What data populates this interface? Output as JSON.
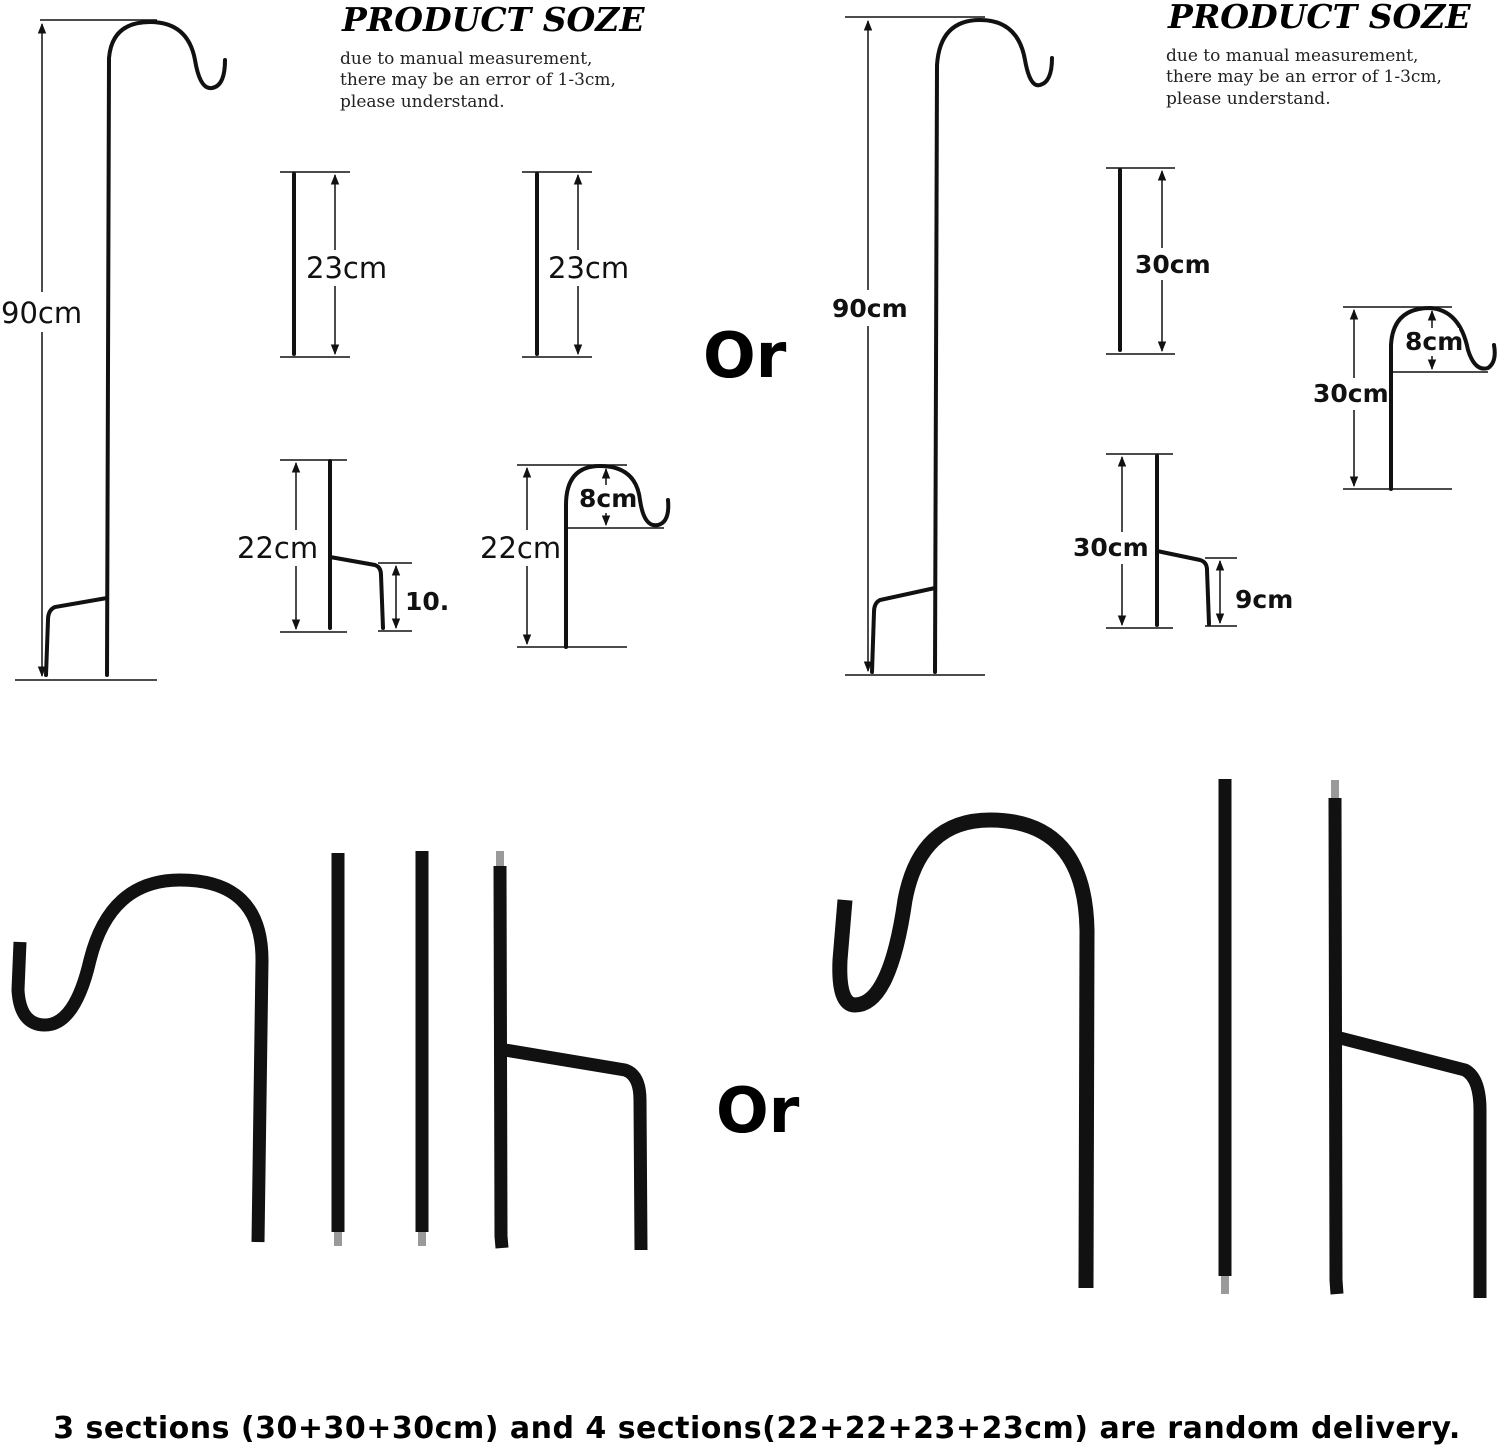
{
  "left_panel": {
    "title": "PRODUCT SOZE",
    "note": [
      "due to manual measurement,",
      "there may be an error of 1-3cm,",
      "please understand."
    ],
    "labels": {
      "total": "90cm",
      "rod1": "23cm",
      "rod2": "23cm",
      "leg_piece": "22cm",
      "leg_foot": "10.",
      "hook_piece": "22cm",
      "hook_depth": "8cm"
    }
  },
  "separator_top": "Or",
  "right_panel": {
    "title": "PRODUCT SOZE",
    "note": [
      "due to manual measurement,",
      "there may be an error of 1-3cm,",
      "please understand."
    ],
    "labels": {
      "total": "90cm",
      "rod": "30cm",
      "hook_piece": "30cm",
      "hook_depth": "8cm",
      "leg_piece": "30cm",
      "leg_foot": "9cm"
    }
  },
  "separator_bottom": "Or",
  "caption": "3 sections (30+30+30cm) and 4 sections(22+22+23+23cm) are random delivery."
}
